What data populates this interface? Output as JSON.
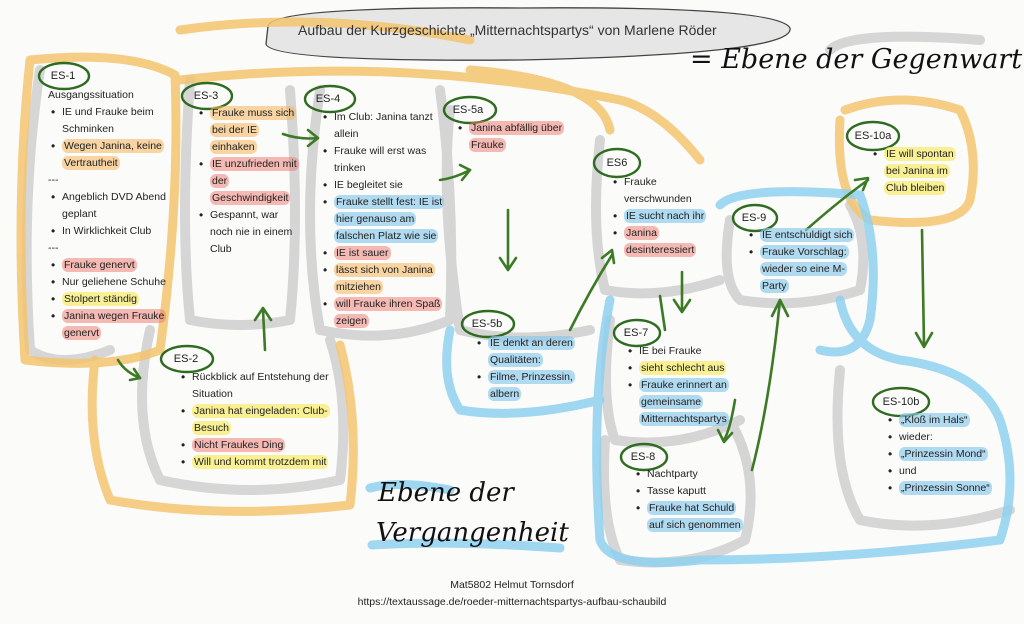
{
  "title": "Aufbau der Kurzgeschichte „Mitternachtspartys“ von Marlene Röder",
  "handwriting": {
    "present_level": "= Ebene der Gegenwart",
    "past_level_line1": "Ebene der",
    "past_level_line2": "Vergangenheit"
  },
  "footer": {
    "author": "Mat5802 Helmut Tornsdorf",
    "url": "https://textaussage.de/roeder-mitternachtspartys-aufbau-schaubild"
  },
  "sections": {
    "es1": {
      "tag": "ES-1",
      "heading": "Ausgangssituation",
      "items": [
        {
          "text": "IE und Frauke beim Schminken",
          "hl": ""
        },
        {
          "text": "Wegen Janina, keine Vertrautheit",
          "hl": "orange"
        },
        {
          "text": "---",
          "hl": "sep"
        },
        {
          "text": "Angeblich DVD Abend geplant",
          "hl": ""
        },
        {
          "text": "In Wirklichkeit Club",
          "hl": ""
        },
        {
          "text": "---",
          "hl": "sep"
        },
        {
          "text": "Frauke genervt",
          "hl": "red"
        },
        {
          "text": "Nur geliehene Schuhe",
          "hl": ""
        },
        {
          "text": "Stolpert ständig",
          "hl": "yellow"
        },
        {
          "text": "Janina wegen Frauke genervt",
          "hl": "red"
        }
      ]
    },
    "es2": {
      "tag": "ES-2",
      "items": [
        {
          "text": "Rückblick auf Entstehung der Situation",
          "hl": ""
        },
        {
          "text": "Janina hat eingeladen: Club-Besuch",
          "hl": "yellow"
        },
        {
          "text": "Nicht Fraukes Ding",
          "hl": "red"
        },
        {
          "text": "Will und kommt trotzdem mit",
          "hl": "yellow"
        }
      ]
    },
    "es3": {
      "tag": "ES-3",
      "items": [
        {
          "text": "Frauke muss sich bei der IE einhaken",
          "hl": "orange"
        },
        {
          "text": "IE unzufrieden mit der Geschwindigkeit",
          "hl": "red"
        },
        {
          "text": "Gespannt, war noch nie in einem Club",
          "hl": ""
        }
      ]
    },
    "es4": {
      "tag": "ES-4",
      "items": [
        {
          "text": "Im Club: Janina tanzt allein",
          "hl": ""
        },
        {
          "text": "Frauke will erst was trinken",
          "hl": ""
        },
        {
          "text": "IE begleitet sie",
          "hl": ""
        },
        {
          "text": "Frauke stellt fest: IE ist hier genauso am falschen Platz wie sie",
          "hl": "blue"
        },
        {
          "text": "IE ist sauer",
          "hl": "red"
        },
        {
          "text": "lässt sich von Janina mitziehen",
          "hl": "orange"
        },
        {
          "text": "will Frauke ihren Spaß zeigen",
          "hl": "red"
        }
      ]
    },
    "es5a": {
      "tag": "ES-5a",
      "items": [
        {
          "text": "Janina abfällig über Frauke",
          "hl": "red"
        }
      ]
    },
    "es5b": {
      "tag": "ES-5b",
      "items": [
        {
          "text": "IE denkt an deren Qualitäten:",
          "hl": "blue"
        },
        {
          "text": "Filme, Prinzessin, albern",
          "hl": "blue"
        }
      ]
    },
    "es6": {
      "tag": "ES6",
      "items": [
        {
          "text": "Frauke verschwunden",
          "hl": ""
        },
        {
          "text": "IE sucht nach ihr",
          "hl": "blue"
        },
        {
          "text": "Janina desinteressiert",
          "hl": "red"
        }
      ]
    },
    "es7": {
      "tag": "ES-7",
      "items": [
        {
          "text": "IE bei Frauke",
          "hl": ""
        },
        {
          "text": "sieht schlecht aus",
          "hl": "yellow"
        },
        {
          "text": "Frauke erinnert an gemeinsame Mitternachtspartys",
          "hl": "blue"
        }
      ]
    },
    "es8": {
      "tag": "ES-8",
      "items": [
        {
          "text": "Nachtparty",
          "hl": ""
        },
        {
          "text": "Tasse kaputt",
          "hl": ""
        },
        {
          "text": "Frauke hat Schuld auf sich genommen",
          "hl": "blue"
        }
      ]
    },
    "es9": {
      "tag": "ES-9",
      "items": [
        {
          "text": "IE entschuldigt sich",
          "hl": "blue"
        },
        {
          "text": "Frauke Vorschlag: wieder so eine M-Party",
          "hl": "blue"
        }
      ]
    },
    "es10a": {
      "tag": "ES-10a",
      "items": [
        {
          "text": "IE will spontan bei Janina im Club bleiben",
          "hl": "yellow"
        }
      ]
    },
    "es10b": {
      "tag": "ES-10b",
      "items": [
        {
          "text": "„Kloß im Hals“",
          "hl": "blue"
        },
        {
          "text": "wieder:",
          "hl": ""
        },
        {
          "text": "„Prinzessin Mond“",
          "hl": "blue"
        },
        {
          "text": "und",
          "hl": ""
        },
        {
          "text": "„Prinzessin Sonne“",
          "hl": "blue"
        }
      ]
    }
  }
}
